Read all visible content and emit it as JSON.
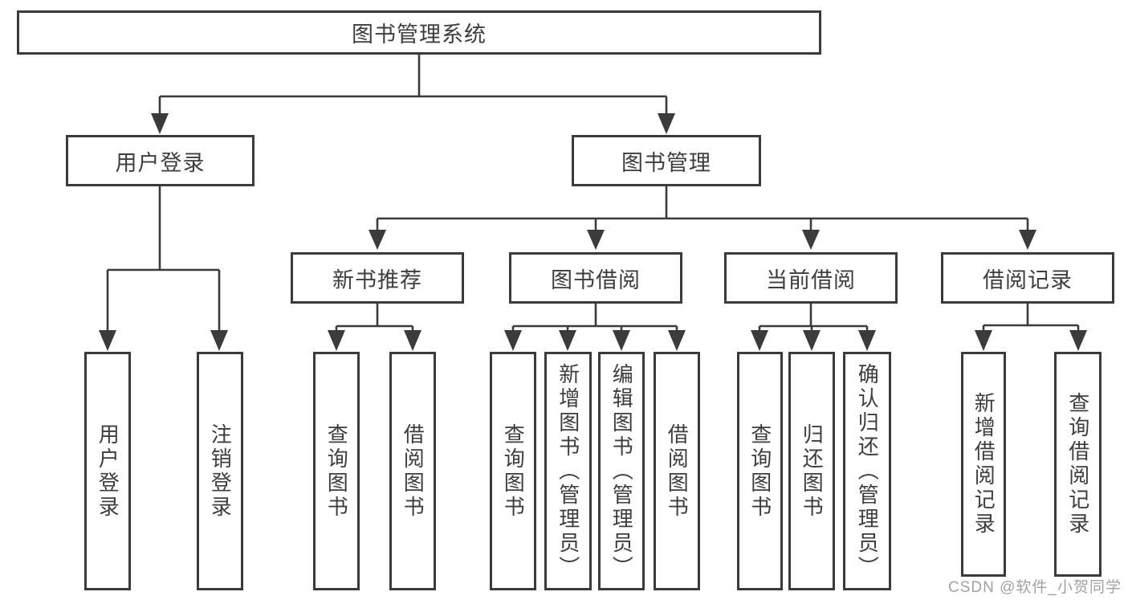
{
  "diagram": {
    "root": {
      "label": "图书管理系统"
    },
    "level2": [
      {
        "label": "用户登录"
      },
      {
        "label": "图书管理"
      }
    ],
    "level3": [
      {
        "label": "新书推荐"
      },
      {
        "label": "图书借阅"
      },
      {
        "label": "当前借阅"
      },
      {
        "label": "借阅记录"
      }
    ],
    "leaves": {
      "user_login": [
        {
          "label": "用户登录"
        },
        {
          "label": "注销登录"
        }
      ],
      "new_book": [
        {
          "label": "查询图书"
        },
        {
          "label": "借阅图书"
        }
      ],
      "book_borrow": [
        {
          "label": "查询图书"
        },
        {
          "label": "新增图书（管理员）"
        },
        {
          "label": "编辑图书（管理员）"
        },
        {
          "label": "借阅图书"
        }
      ],
      "current_borrow": [
        {
          "label": "查询图书"
        },
        {
          "label": "归还图书"
        },
        {
          "label": "确认归还（管理员）"
        }
      ],
      "borrow_record": [
        {
          "label": "新增借阅记录"
        },
        {
          "label": "查询借阅记录"
        }
      ]
    }
  },
  "watermark": {
    "text": "CSDN @软件_小贺同学"
  },
  "colors": {
    "line": "#3b3b3b",
    "box_border": "#3b3b3b",
    "box_fill": "#ffffff",
    "text": "#3d3d3d",
    "watermark": "#a2a2a2",
    "background": "#ffffff"
  }
}
